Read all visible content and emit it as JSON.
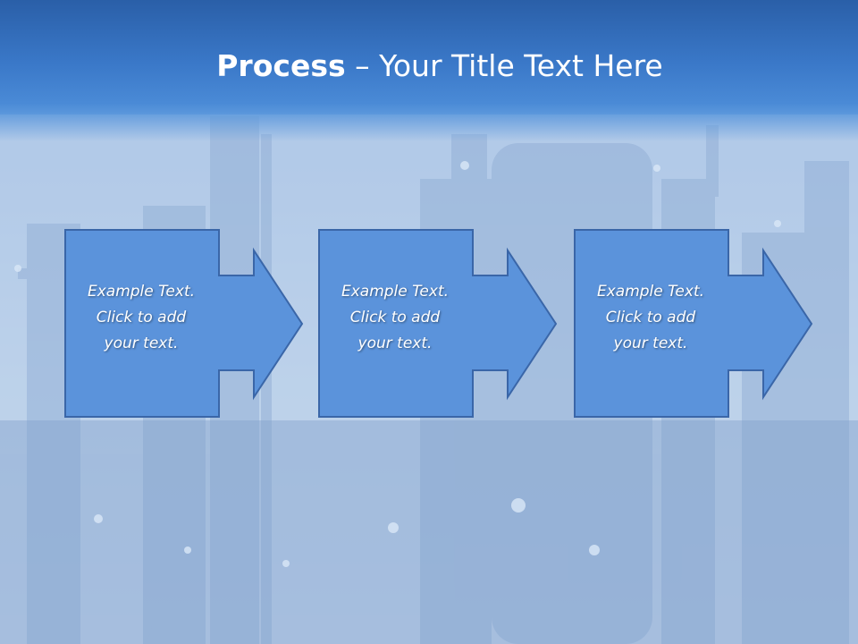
{
  "title": {
    "bold": "Process",
    "rest": " – Your Title Text Here"
  },
  "steps": [
    {
      "line1": "Example Text.",
      "line2": "Click  to add",
      "line3": "your text."
    },
    {
      "line1": "Example Text.",
      "line2": "Click  to add",
      "line3": "your text."
    },
    {
      "line1": "Example Text.",
      "line2": "Click  to add",
      "line3": "your text."
    }
  ],
  "colors": {
    "header": "#3a78c8",
    "box_fill": "#5b93db",
    "box_stroke": "#3a66a8",
    "text": "#ffffff"
  },
  "icons": {
    "background": "industrial-refinery-photo",
    "step_arrow": "right-arrow-icon"
  }
}
